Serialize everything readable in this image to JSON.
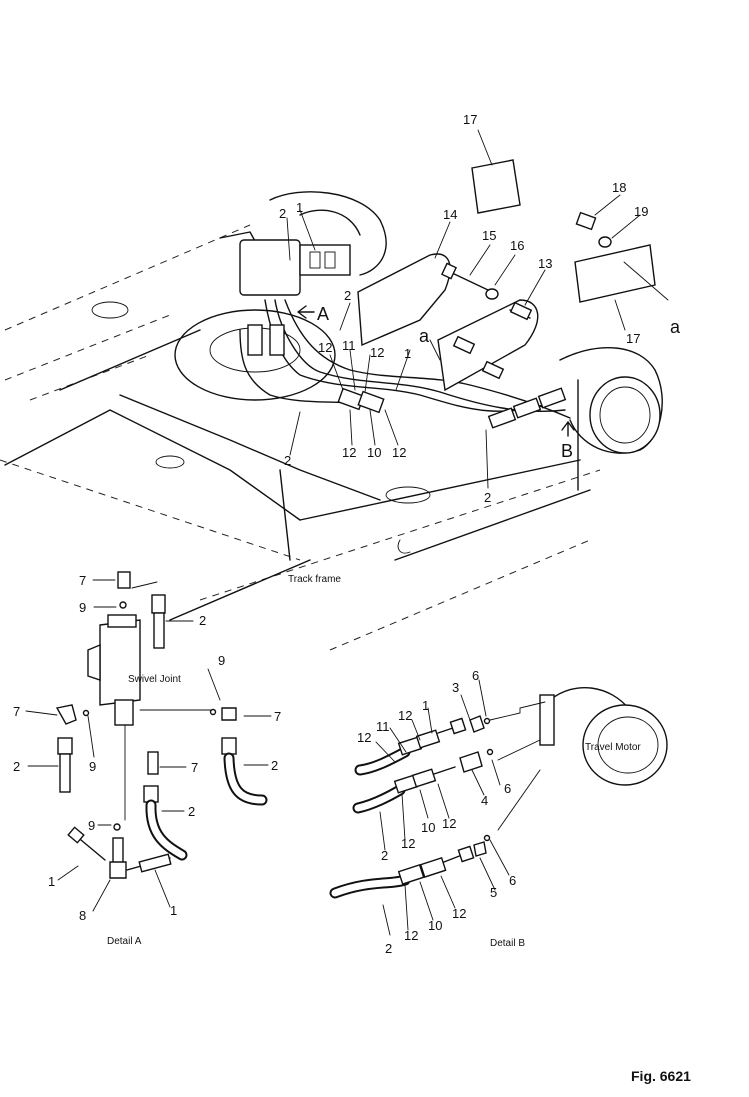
{
  "figure": {
    "number": "Fig. 6621"
  },
  "labels": {
    "track_frame": "Track frame",
    "swivel_joint": "Swivel Joint",
    "travel_motor": "Travel Motor",
    "detail_a": "Detail A",
    "detail_b": "Detail B",
    "view_a": "A",
    "view_b": "B",
    "ref_a": "a"
  },
  "callouts": {
    "n1": "1",
    "n2": "2",
    "n3": "3",
    "n4": "4",
    "n5": "5",
    "n6": "6",
    "n7": "7",
    "n8": "8",
    "n9": "9",
    "n10": "10",
    "n11": "11",
    "n12": "12",
    "n13": "13",
    "n14": "14",
    "n15": "15",
    "n16": "16",
    "n17": "17",
    "n18": "18",
    "n19": "19"
  }
}
